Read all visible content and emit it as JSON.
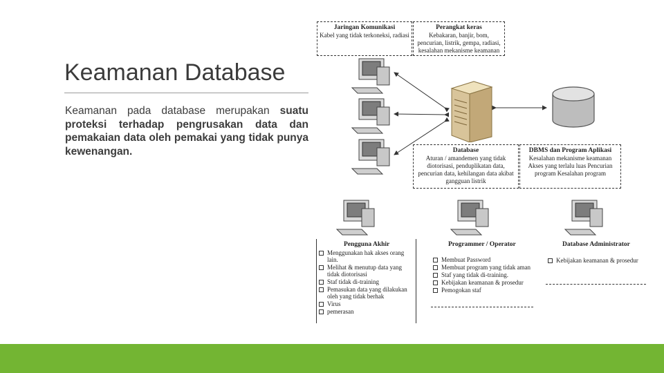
{
  "slide": {
    "title": "Keamanan Database",
    "body_normal": "Keamanan pada database merupakan",
    "body_bold": "suatu proteksi terhadap pengrusakan data dan pemakaian data oleh pemakai yang tidak punya kewenangan."
  },
  "diagram": {
    "threat_boxes": [
      {
        "title": "Jaringan Komunikasi",
        "body": "Kabel yang tidak terkoneksi, radiasi"
      },
      {
        "title": "Perangkat keras",
        "body": "Kebakaran, banjir, bom, pencurian, listrik, gempa, radiasi, kesalahan mekanisme keamanan"
      },
      {
        "title": "Database",
        "body": "Aturan / amandemen yang tidak diotorisasi, penduplikatan data, pencurian data, kehilangan data akibat gangguan listrik"
      },
      {
        "title": "DBMS dan Program Aplikasi",
        "body": "Kesalahan mekanisme keamanan Akses yang terlalu luas Pencurian program Kesalahan program"
      }
    ],
    "columns": [
      {
        "title": "Pengguna Akhir",
        "items": [
          "Menggunakan hak akses orang lain.",
          "Melihat & menutup data yang tidak diotorisasi",
          "Staf tidak di-training",
          "Pemasukan data yang dilakukan oleh yang tidak berhak",
          "Virus",
          "pemerasan"
        ]
      },
      {
        "title": "Programmer / Operator",
        "items": [
          "Membuat Password",
          "Membuat program yang tidak aman",
          "Staf yang tidak di-training.",
          "Kebijakan keamanan & prosedur",
          "Pemogokan staf"
        ]
      },
      {
        "title": "Database Administrator",
        "items": [
          "Kebijakan keamanan & prosedur"
        ]
      }
    ]
  },
  "colors": {
    "accent_bar": "#73b533",
    "title_text": "#3b3b3b",
    "rule": "#9a9a9a"
  }
}
